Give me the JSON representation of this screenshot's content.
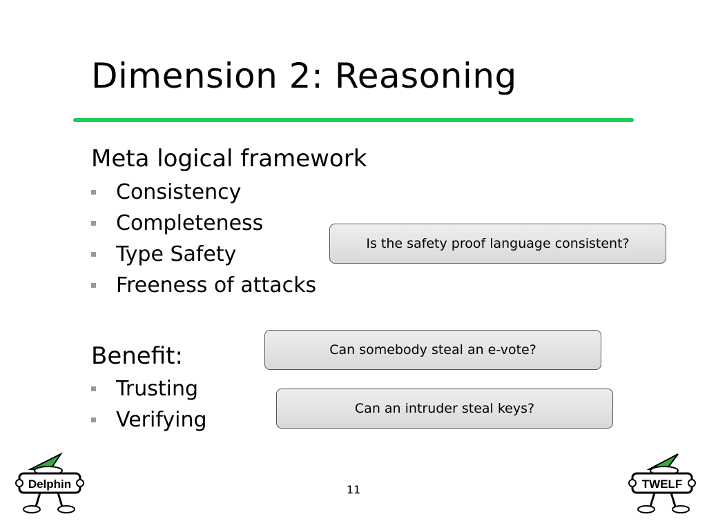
{
  "slide": {
    "title": "Dimension 2: Reasoning",
    "sections": [
      {
        "heading": "Meta logical framework",
        "bullets": [
          "Consistency",
          "Completeness",
          "Type Safety",
          "Freeness of attacks"
        ]
      },
      {
        "heading": "Benefit:",
        "bullets": [
          "Trusting",
          "Verifying"
        ]
      }
    ],
    "callouts": [
      "Is the safety proof language consistent?",
      "Can somebody steal an e-vote?",
      "Can an intruder steal keys?"
    ],
    "page_number": "11"
  },
  "logos": {
    "left": "Delphin",
    "right": "TWELF"
  },
  "colors": {
    "rule": "#22cc55",
    "hat": "#2fae3b",
    "bullet": "#999999"
  }
}
